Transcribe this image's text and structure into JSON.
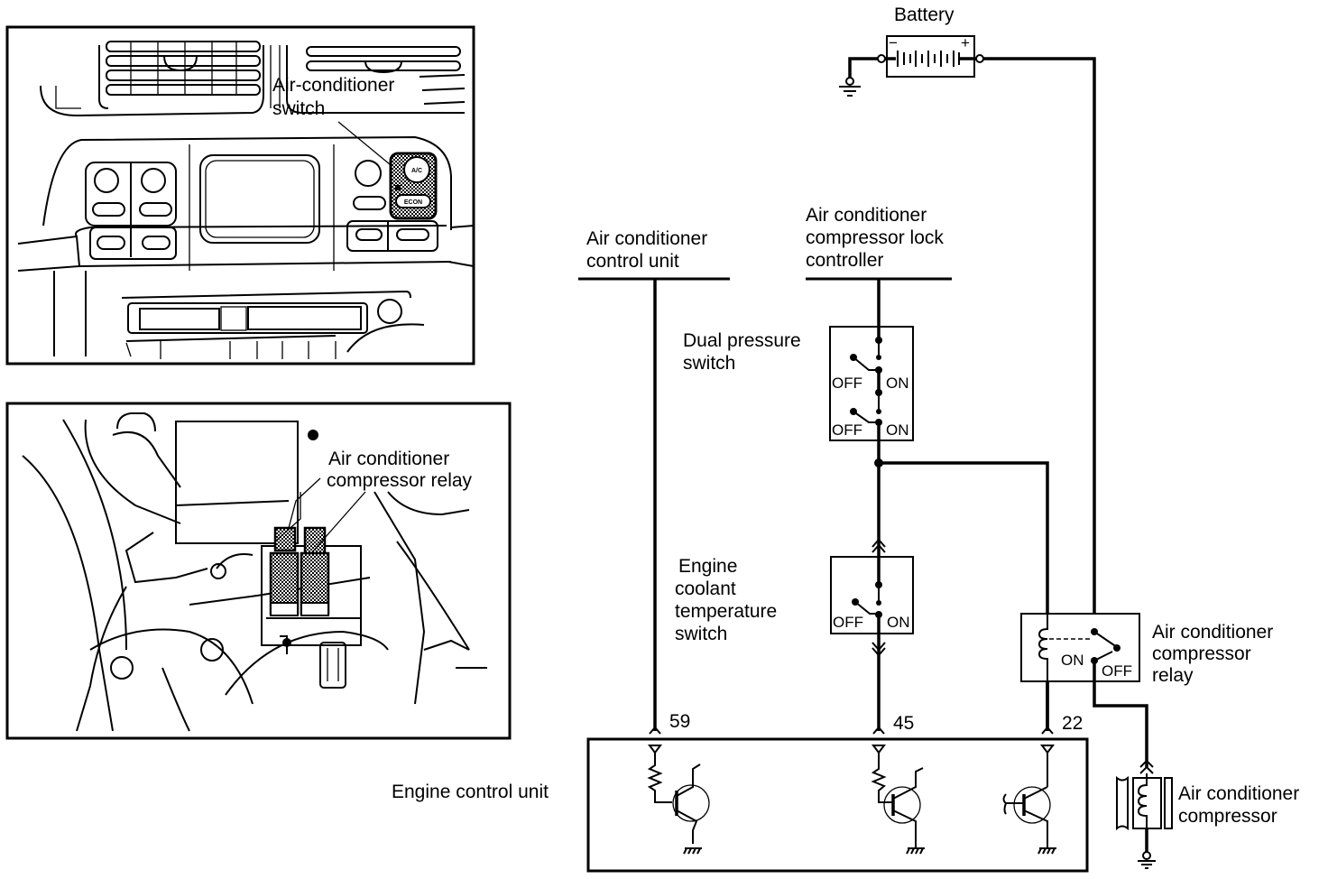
{
  "figure": {
    "dashboard_panel": {
      "callout": [
        "Air-conditioner",
        "switch"
      ],
      "switch_buttons": [
        "A/C",
        "ECON"
      ]
    },
    "engine_bay_panel": {
      "callout": [
        "Air conditioner",
        "compressor relay"
      ]
    }
  },
  "schematic": {
    "battery": {
      "label": "Battery",
      "neg": "−",
      "pos": "+"
    },
    "ac_control_unit": {
      "lines": [
        "Air conditioner",
        "control unit"
      ]
    },
    "lock_controller": {
      "lines": [
        "Air conditioner",
        "compressor lock",
        "controller"
      ]
    },
    "dual_pressure_switch": {
      "lines": [
        "Dual pressure",
        "switch"
      ],
      "states": [
        "OFF",
        "ON",
        "OFF",
        "ON"
      ]
    },
    "coolant_switch": {
      "lines": [
        "Engine",
        "coolant",
        "temperature",
        "switch"
      ],
      "states": [
        "OFF",
        "ON"
      ]
    },
    "compressor_relay": {
      "lines": [
        "Air conditioner",
        "compressor",
        "relay"
      ],
      "states": [
        "ON",
        "OFF"
      ]
    },
    "compressor": {
      "lines": [
        "Air conditioner",
        "compressor"
      ]
    },
    "ecu": {
      "label": "Engine control unit",
      "terminals": [
        "59",
        "45",
        "22"
      ]
    }
  }
}
